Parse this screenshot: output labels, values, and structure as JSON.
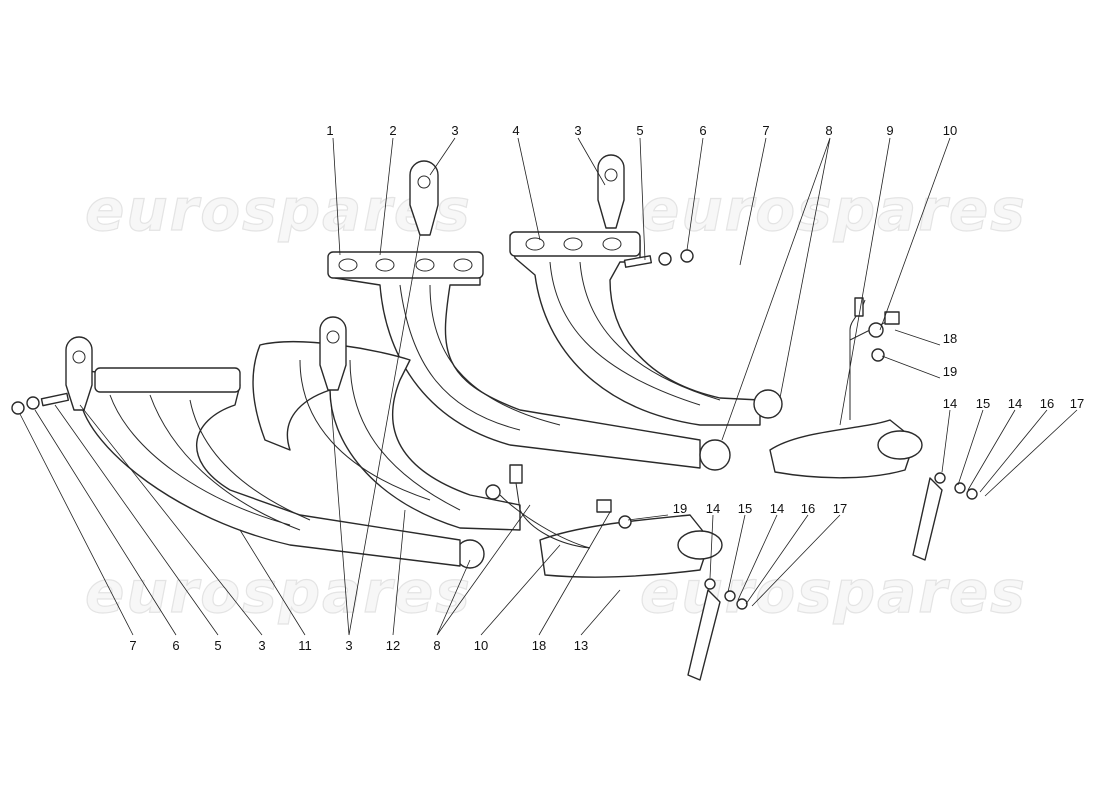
{
  "watermark": "eurospares",
  "callouts": {
    "top": [
      "1",
      "2",
      "3",
      "4",
      "3",
      "5",
      "6",
      "7",
      "8",
      "9",
      "10"
    ],
    "right": [
      "18",
      "19",
      "14",
      "15",
      "14",
      "16",
      "17"
    ],
    "middle": [
      "19",
      "14",
      "15",
      "14",
      "16",
      "17"
    ],
    "bottom": [
      "7",
      "6",
      "5",
      "3",
      "11",
      "3",
      "12",
      "8",
      "10",
      "18",
      "13"
    ]
  }
}
